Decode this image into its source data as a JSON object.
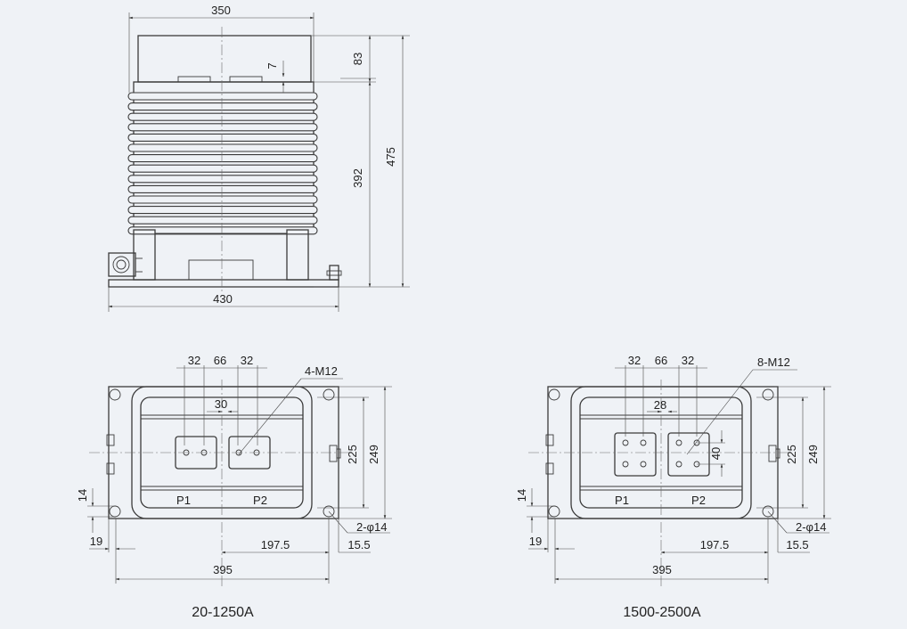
{
  "colors": {
    "background": "#eff2f6",
    "line": "#3b3b3b"
  },
  "front_view": {
    "dims": {
      "top_width": "350",
      "cap_height": "83",
      "gap": "7",
      "body_height": "392",
      "total_height": "475",
      "base_width": "430"
    }
  },
  "plan_small": {
    "caption": "20-1250A",
    "thread_label": "4-M12",
    "dims": {
      "pad": "32",
      "spacing": "66",
      "pad2": "32",
      "inner": "30",
      "h225": "225",
      "h249": "249",
      "v14": "14",
      "w19": "19",
      "w197": "197.5",
      "w15": "15.5",
      "w395": "395",
      "holes": "2-φ14"
    },
    "terminals": [
      "P1",
      "P2"
    ]
  },
  "plan_large": {
    "caption": "1500-2500A",
    "thread_label": "8-M12",
    "dims": {
      "pad": "32",
      "spacing": "66",
      "pad2": "32",
      "inner": "28",
      "v40": "40",
      "h225": "225",
      "h249": "249",
      "v14": "14",
      "w19": "19",
      "w197": "197.5",
      "w15": "15.5",
      "w395": "395",
      "holes": "2-φ14"
    },
    "terminals": [
      "P1",
      "P2"
    ]
  }
}
